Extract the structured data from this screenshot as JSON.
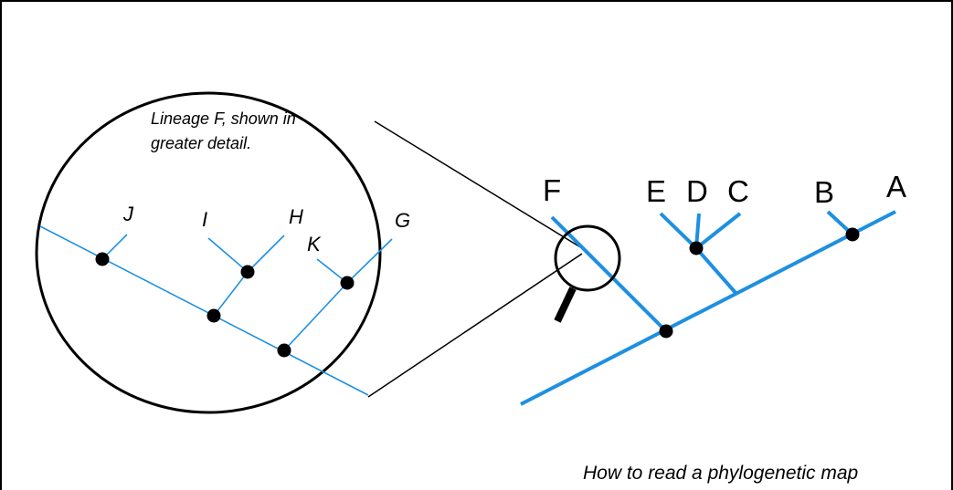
{
  "diagram": {
    "caption": "How to read a phylogenetic map",
    "inset_note_line1": "Lineage F, shown in",
    "inset_note_line2": "greater detail.",
    "main_tree_labels": {
      "A": "A",
      "B": "B",
      "C": "C",
      "D": "D",
      "E": "E",
      "F": "F"
    },
    "inset_tree_labels": {
      "G": "G",
      "H": "H",
      "I": "I",
      "J": "J",
      "K": "K"
    },
    "colors": {
      "branch": "#1e90e0",
      "node": "#000000",
      "outline": "#000000"
    },
    "icons": [
      "magnifier-icon"
    ]
  }
}
